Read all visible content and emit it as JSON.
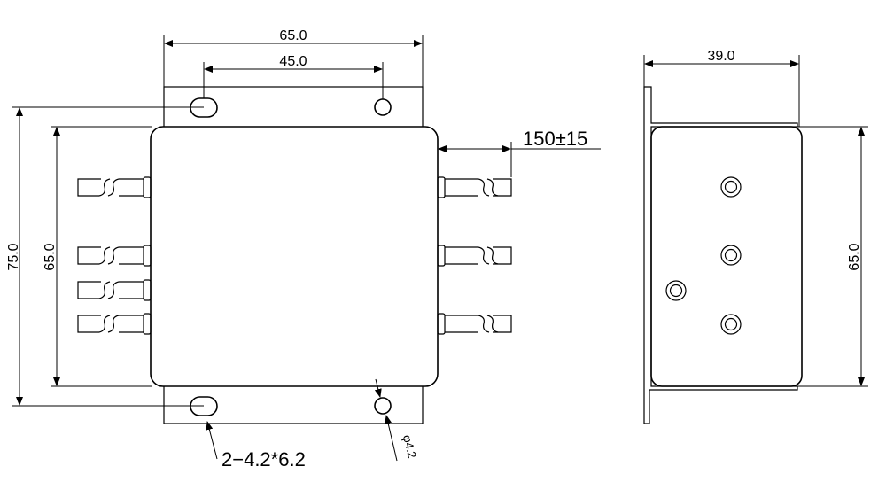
{
  "drawing": {
    "front_view": {
      "width_overall": "65.0",
      "hole_spacing": "45.0",
      "height_overall": "75.0",
      "body_height": "65.0",
      "wire_length": "150±15",
      "slot_callout": "2−4.2*6.2",
      "hole_callout": "φ4.2"
    },
    "side_view": {
      "depth": "39.0",
      "height": "65.0"
    }
  }
}
